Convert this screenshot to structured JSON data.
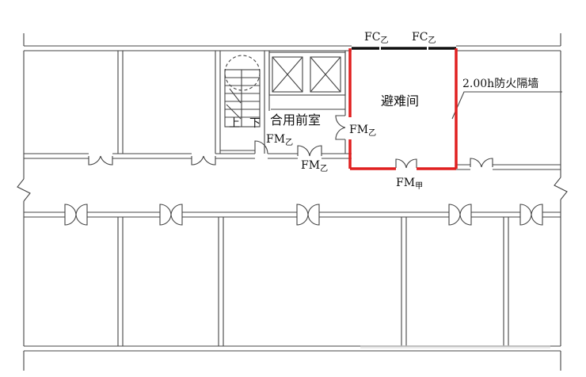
{
  "labels": {
    "refuge_room": "避难间",
    "fire_wall": "2.00h防火隔墙",
    "shared_lobby": "合用前室",
    "stair_up": "上",
    "stair_down": "下",
    "fc_prefix": "FC",
    "fc_grade": "乙",
    "fm_prefix": "FM",
    "fm_grade_b": "乙",
    "fm_grade_a": "甲"
  },
  "colors": {
    "line": "#444444",
    "refuge_wall": "#e02020",
    "window_strip": "#111111"
  }
}
